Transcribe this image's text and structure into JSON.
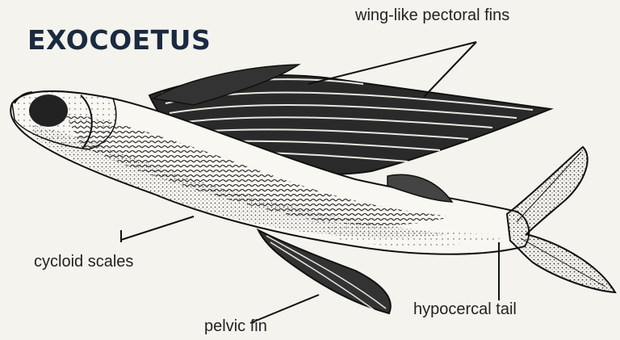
{
  "title": "EXOCOETUS",
  "labels": {
    "pectoral": "wing-like pectoral fins",
    "cycloid": "cycloid scales",
    "tail": "hypocercal tail",
    "pelvic": "pelvic fin"
  },
  "colors": {
    "title": "#1a2a40",
    "ink": "#222222",
    "paper": "#f4f3ee"
  }
}
